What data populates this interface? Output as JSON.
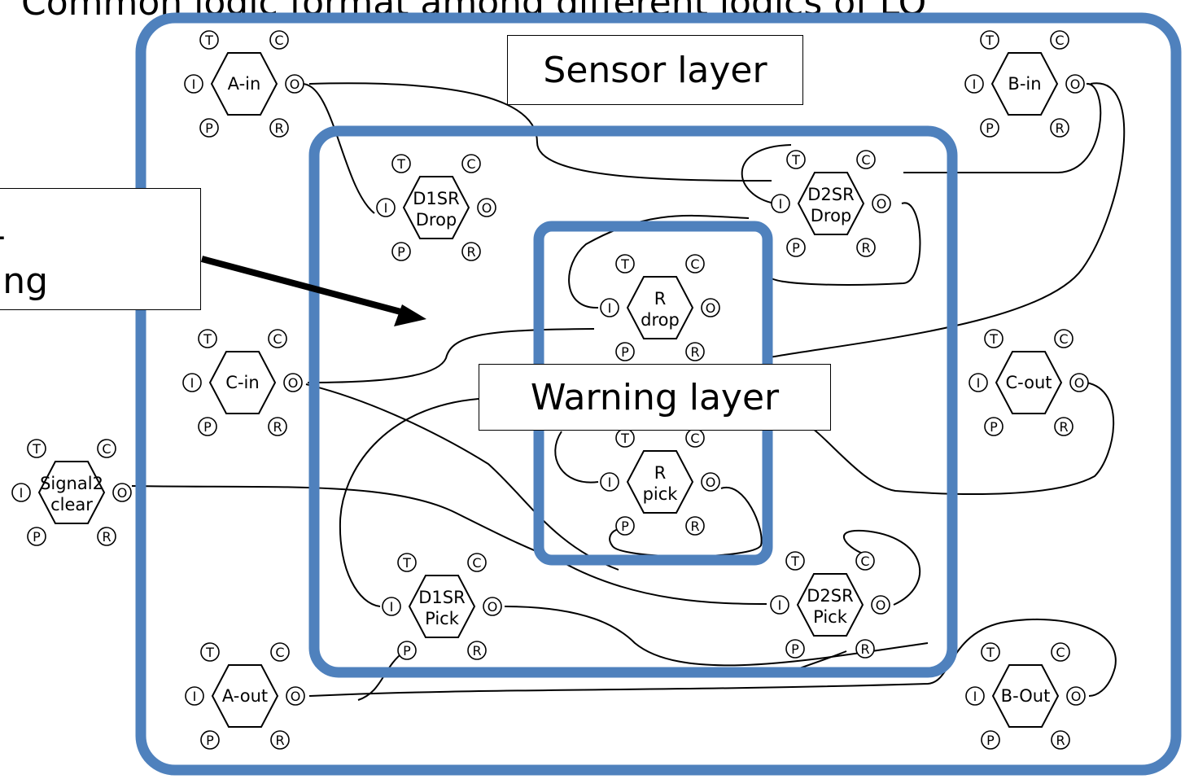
{
  "title": "Common logic format among different logics of LO",
  "layers": {
    "sensor": "Sensor layer",
    "warning": "Warning layer"
  },
  "callout": {
    "line1": "-",
    "line2": "ing"
  },
  "port_labels": [
    "T",
    "C",
    "I",
    "O",
    "P",
    "R"
  ],
  "nodes": [
    {
      "id": "a-in",
      "lines": [
        "A-in"
      ]
    },
    {
      "id": "b-in",
      "lines": [
        "B-in"
      ]
    },
    {
      "id": "d1sr-drop",
      "lines": [
        "D1SR",
        "Drop"
      ]
    },
    {
      "id": "d2sr-drop",
      "lines": [
        "D2SR",
        "Drop"
      ]
    },
    {
      "id": "r-drop",
      "lines": [
        "R",
        "drop"
      ]
    },
    {
      "id": "c-in",
      "lines": [
        "C-in"
      ]
    },
    {
      "id": "c-out",
      "lines": [
        "C-out"
      ]
    },
    {
      "id": "signal2-clear",
      "lines": [
        "Signal2",
        "clear"
      ]
    },
    {
      "id": "r-pick",
      "lines": [
        "R",
        "pick"
      ]
    },
    {
      "id": "d1sr-pick",
      "lines": [
        "D1SR",
        "Pick"
      ]
    },
    {
      "id": "d2sr-pick",
      "lines": [
        "D2SR",
        "Pick"
      ]
    },
    {
      "id": "a-out",
      "lines": [
        "A-out"
      ]
    },
    {
      "id": "b-out",
      "lines": [
        "B-Out"
      ]
    }
  ],
  "colors": {
    "layer_border": "#4f81bd",
    "stroke": "#000000"
  }
}
